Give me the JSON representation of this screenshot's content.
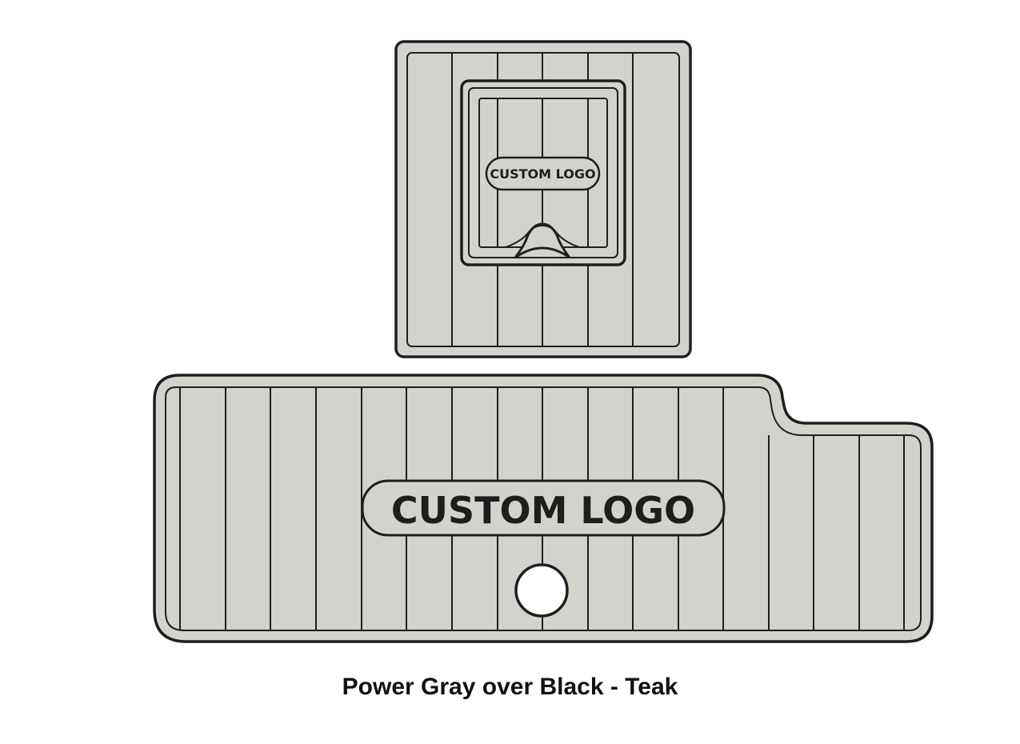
{
  "colors": {
    "pad_fill": "#d3d3ce",
    "outline": "#1e1e1e",
    "background": "#ffffff"
  },
  "top_pad": {
    "logo_text": "CUSTOM LOGO"
  },
  "bottom_pad": {
    "logo_text": "CUSTOM LOGO"
  },
  "caption": "Power Gray over Black - Teak"
}
